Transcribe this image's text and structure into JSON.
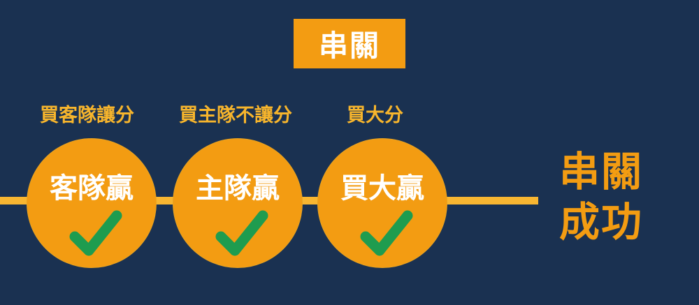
{
  "title": "串關",
  "bets": [
    {
      "label": "買客隊讓分",
      "result": "客隊贏",
      "status": "win"
    },
    {
      "label": "買主隊不讓分",
      "result": "主隊贏",
      "status": "win"
    },
    {
      "label": "買大分",
      "result": "買大贏",
      "status": "win"
    }
  ],
  "outcome": {
    "line1": "串關",
    "line2": "成功"
  },
  "colors": {
    "background": "#1a3151",
    "orange": "#f39c12",
    "yellow": "#f7b52c",
    "check_green": "#1e9c4f",
    "white": "#ffffff"
  }
}
